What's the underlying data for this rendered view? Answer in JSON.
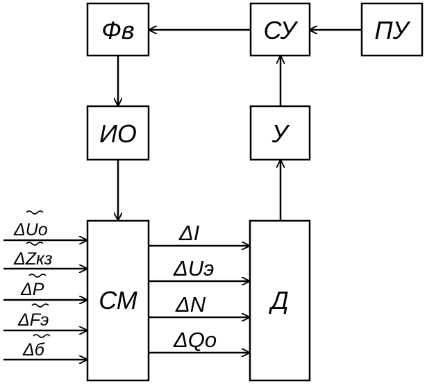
{
  "blocks": {
    "fv": "Фв",
    "su": "СУ",
    "pu": "ПУ",
    "io": "ИО",
    "u": "У",
    "sm": "СМ",
    "d": "Д"
  },
  "inputs": [
    "ΔUо",
    "ΔZкз",
    "ΔP",
    "ΔFэ",
    "Δб"
  ],
  "outputs": [
    "ΔI",
    "ΔUэ",
    "ΔN",
    "ΔQо"
  ],
  "colors": {
    "line": "#000000",
    "background": "#ffffff"
  }
}
